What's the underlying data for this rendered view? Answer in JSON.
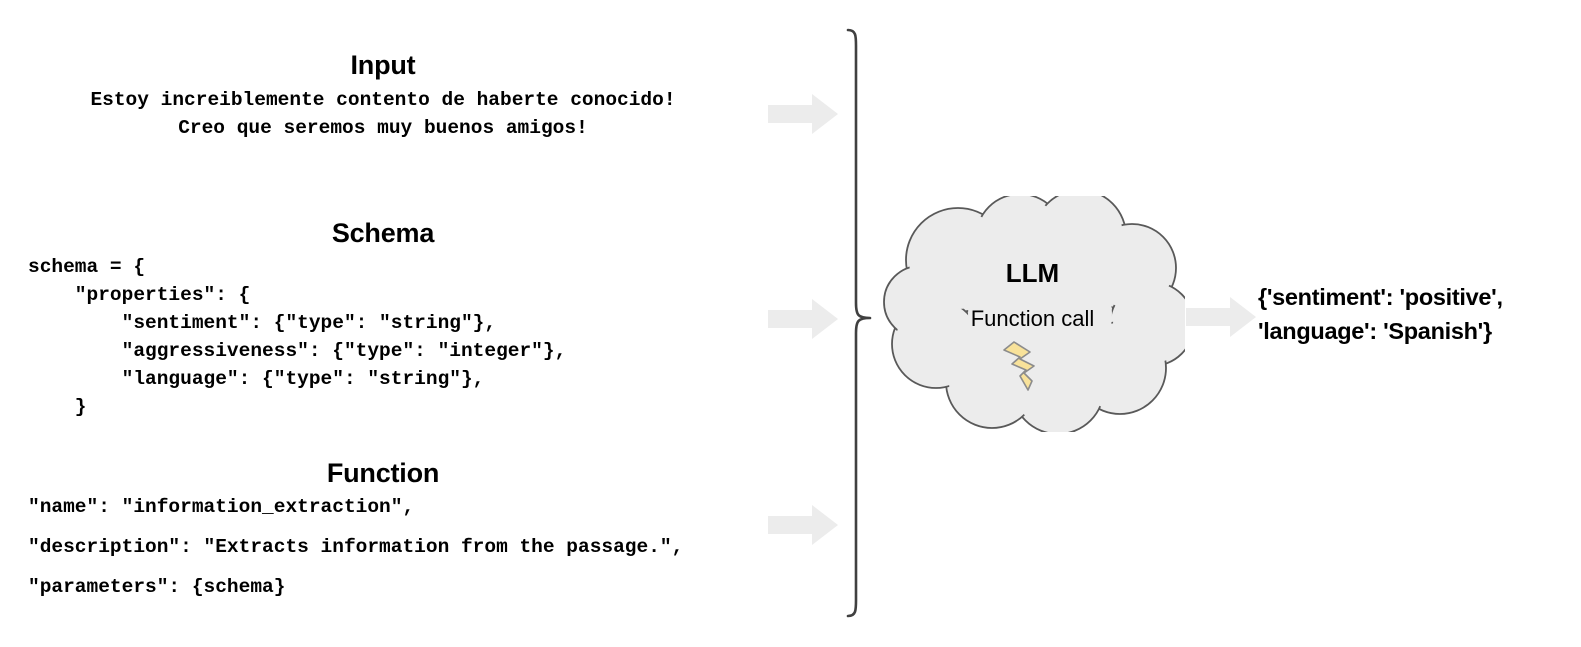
{
  "diagram": {
    "title": "LLM function-call structured extraction flow",
    "colors": {
      "arrow_fill": "#ECECEC",
      "cloud_fill": "#ECECEC",
      "cloud_stroke": "#595959",
      "brace_stroke": "#404040",
      "bolt_fill": "#F8E29A",
      "bolt_stroke": "#8C8C8C",
      "text": "#000000"
    }
  },
  "inputs": {
    "input": {
      "heading": "Input",
      "line1": "Estoy increiblemente contento de haberte conocido!",
      "line2": "Creo que seremos muy buenos amigos!"
    },
    "schema": {
      "heading": "Schema",
      "lines": [
        "schema = {",
        "    \"properties\": {",
        "        \"sentiment\": {\"type\": \"string\"},",
        "        \"aggressiveness\": {\"type\": \"integer\"},",
        "        \"language\": {\"type\": \"string\"},",
        "    }"
      ]
    },
    "function": {
      "heading": "Function",
      "lines": [
        "\"name\": \"information_extraction\",",
        "\"description\": \"Extracts information from the passage.\",",
        "\"parameters\": {schema}"
      ]
    }
  },
  "model": {
    "name": "LLM",
    "subtitle": "Function call",
    "icon": "lightning-bolt-icon"
  },
  "output": {
    "line1": "{'sentiment': 'positive',",
    "line2": "'language': 'Spanish'}"
  },
  "arrows": {
    "input_arrow": "arrow-right-icon",
    "schema_arrow": "arrow-right-icon",
    "function_arrow": "arrow-right-icon",
    "output_arrow": "arrow-right-icon"
  },
  "grouping": {
    "brace": "curly-brace-icon"
  }
}
